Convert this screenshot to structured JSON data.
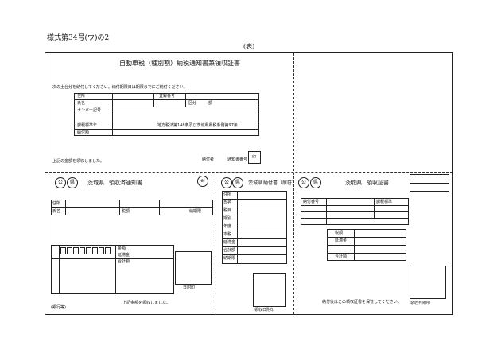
{
  "header": {
    "form_number": "様式第34号(ウ)の2",
    "side_label": "(表)"
  },
  "top": {
    "title": "自動車税（種別割）納税通知書兼領収証書",
    "notice": "次の土台分を納付してください。納付期限日は期限までにご納付ください。",
    "rows": [
      "住所",
      "氏名",
      "ナンバー記号",
      "課税標準年",
      "納付額"
    ],
    "col_labels": [
      "登録番号",
      "区分",
      "額"
    ],
    "center_note": "地方税法第148条及び茨城県県税条例第97条",
    "footer_note": "上記の金額を領収しました。",
    "stamp_label": "印",
    "labels_bottom": [
      "納付者",
      "通知書番号"
    ]
  },
  "left": {
    "circle1": "公",
    "circle2": "県",
    "prefecture": "茨城県",
    "doc_title": "領収済通知書",
    "logo": "el",
    "fields": [
      "住所",
      "氏名",
      "税額",
      "納期限"
    ],
    "right_fields": [
      "金額",
      "延滞金",
      "合計額"
    ],
    "side_text": "上記金額を領収しました。",
    "bottom_note": "(銀行等)",
    "stamp": "日附印"
  },
  "middle": {
    "circle1": "公",
    "circle2": "県",
    "prefecture": "茨城県",
    "doc_title": "納付書（原符）",
    "rows": [
      "住所",
      "氏名",
      "税目",
      "期別",
      "年度",
      "本税",
      "延滞金",
      "合計額",
      "納期限"
    ],
    "stamp": "領収日附印"
  },
  "right": {
    "circle1": "公",
    "circle2": "県",
    "prefecture": "茨城県",
    "doc_title": "領収証書",
    "fields": [
      "納付番号",
      "課税標準",
      "税額",
      "延滞金",
      "合計額"
    ],
    "bottom_text": "納付後はこの領収証書を保管してください。",
    "stamp": "領収日附印"
  }
}
